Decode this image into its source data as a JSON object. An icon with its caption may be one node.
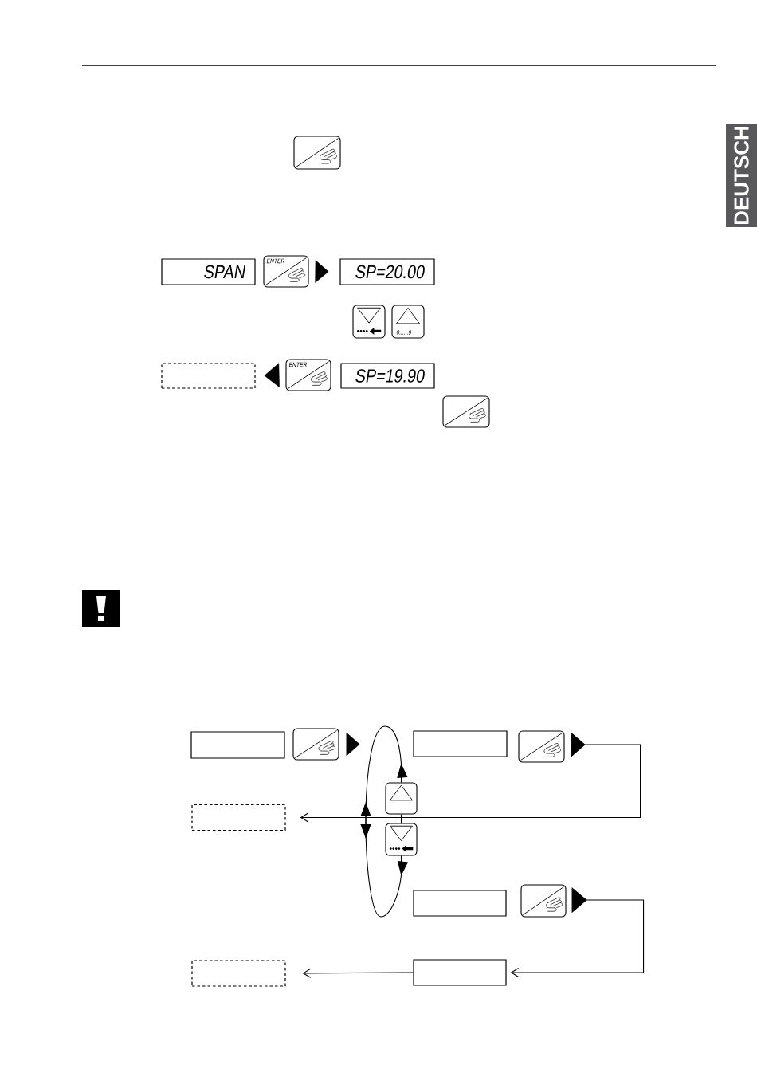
{
  "diagram": {
    "nodes": [
      {
        "text": [
          "DEUTSCH"
        ]
      },
      {
        "text": [],
        "shape": "box"
      },
      {
        "text": [
          "SPAN"
        ]
      },
      {
        "text": [
          "ENTER"
        ]
      },
      {
        "text": [
          "SP=20.00"
        ]
      },
      {
        "text": [],
        "shape": "box"
      },
      {
        "text": [
          "0......9"
        ]
      },
      {
        "text": [],
        "shape": "box"
      },
      {
        "text": [
          "ENTER"
        ]
      },
      {
        "text": [
          "SP=19.90"
        ]
      },
      {
        "text": [],
        "shape": "box"
      },
      {
        "text": [],
        "shape": "box"
      },
      {
        "text": [],
        "shape": "box"
      },
      {
        "text": [],
        "shape": "box"
      },
      {
        "text": [],
        "shape": "box"
      },
      {
        "text": [],
        "shape": "box"
      },
      {
        "text": [],
        "shape": "box"
      },
      {
        "text": [],
        "shape": "box"
      },
      {
        "text": [],
        "shape": "box"
      },
      {
        "text": [],
        "shape": "box"
      },
      {
        "text": [],
        "shape": "box"
      },
      {
        "text": [],
        "shape": "box"
      }
    ],
    "edges": [
      {
        "from": 3,
        "to": 4,
        "arrow": "to"
      },
      {
        "from": 8,
        "to": 7,
        "arrow": "to"
      },
      {
        "from": 12,
        "to": null,
        "arrow": "to"
      },
      {
        "from": 15,
        "to": null,
        "arrow": "to"
      },
      {
        "from": 15,
        "to": 17,
        "arrow": "none"
      },
      {
        "from": 17,
        "to": null,
        "arrow": "to"
      },
      {
        "from": 14,
        "to": 16,
        "arrow": "to"
      },
      {
        "from": 19,
        "to": 20,
        "arrow": "to"
      },
      {
        "from": 20,
        "to": 21,
        "arrow": "to"
      }
    ]
  }
}
